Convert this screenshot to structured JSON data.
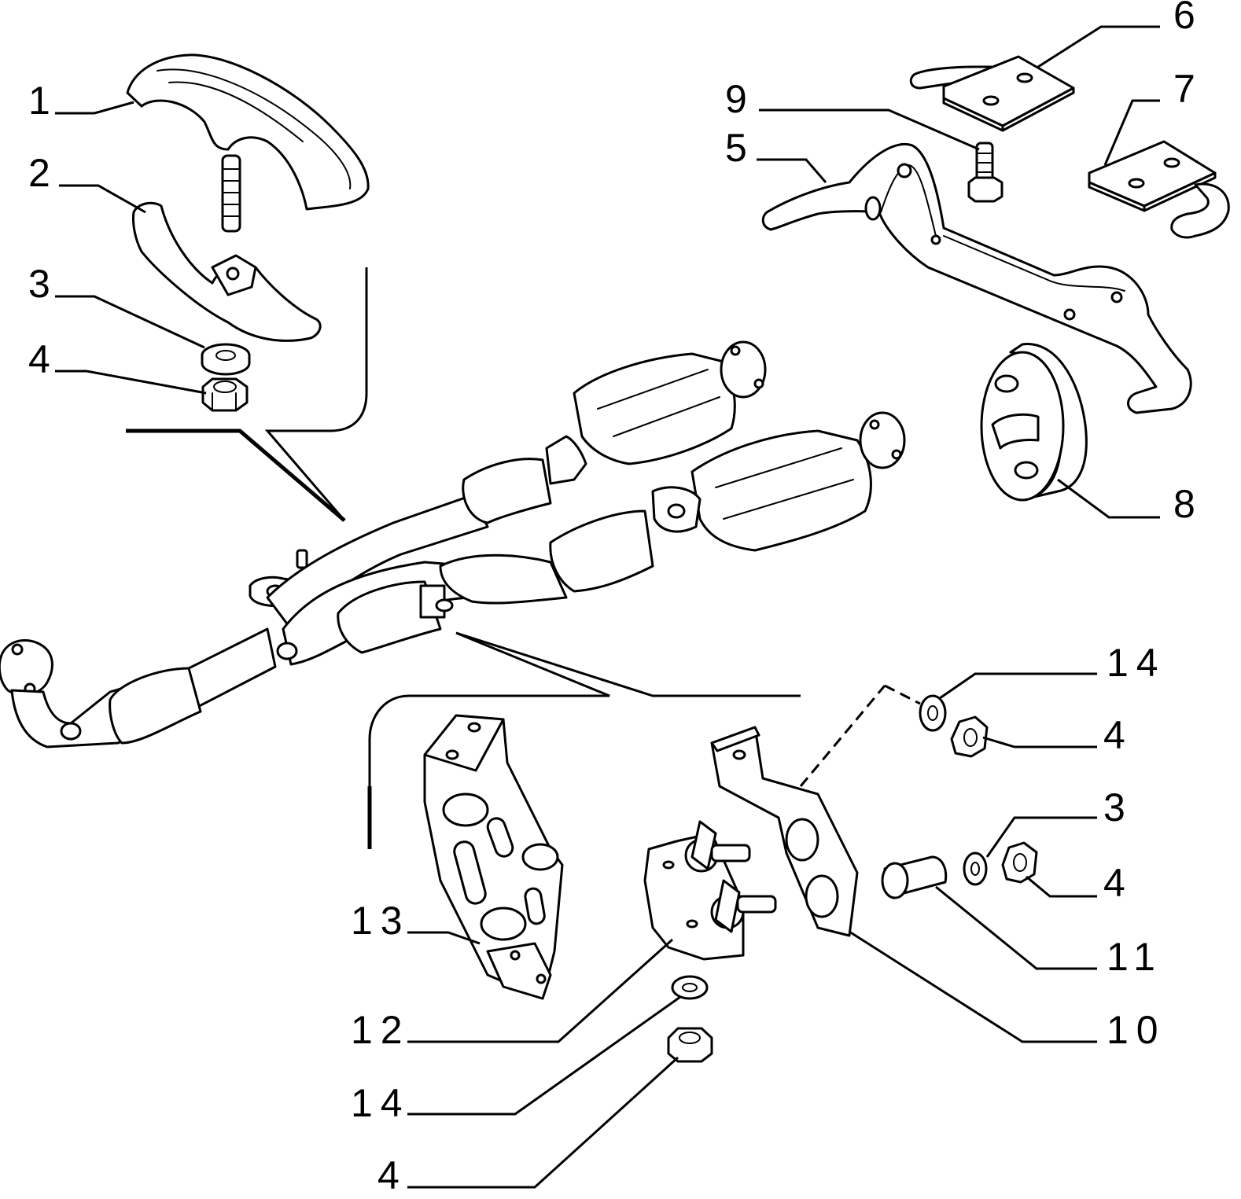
{
  "callouts": [
    {
      "id": "c1",
      "text": "1"
    },
    {
      "id": "c2",
      "text": "2"
    },
    {
      "id": "c3a",
      "text": "3"
    },
    {
      "id": "c4a",
      "text": "4"
    },
    {
      "id": "c5",
      "text": "5"
    },
    {
      "id": "c6",
      "text": "6"
    },
    {
      "id": "c7",
      "text": "7"
    },
    {
      "id": "c8",
      "text": "8"
    },
    {
      "id": "c9",
      "text": "9"
    },
    {
      "id": "c10",
      "text": "10"
    },
    {
      "id": "c11",
      "text": "11"
    },
    {
      "id": "c12",
      "text": "12"
    },
    {
      "id": "c13",
      "text": "13"
    },
    {
      "id": "c14a",
      "text": "14"
    },
    {
      "id": "c14b",
      "text": "14"
    },
    {
      "id": "c4b",
      "text": "4"
    },
    {
      "id": "c3b",
      "text": "3"
    },
    {
      "id": "c4c",
      "text": "4"
    },
    {
      "id": "c4d",
      "text": "4"
    }
  ]
}
